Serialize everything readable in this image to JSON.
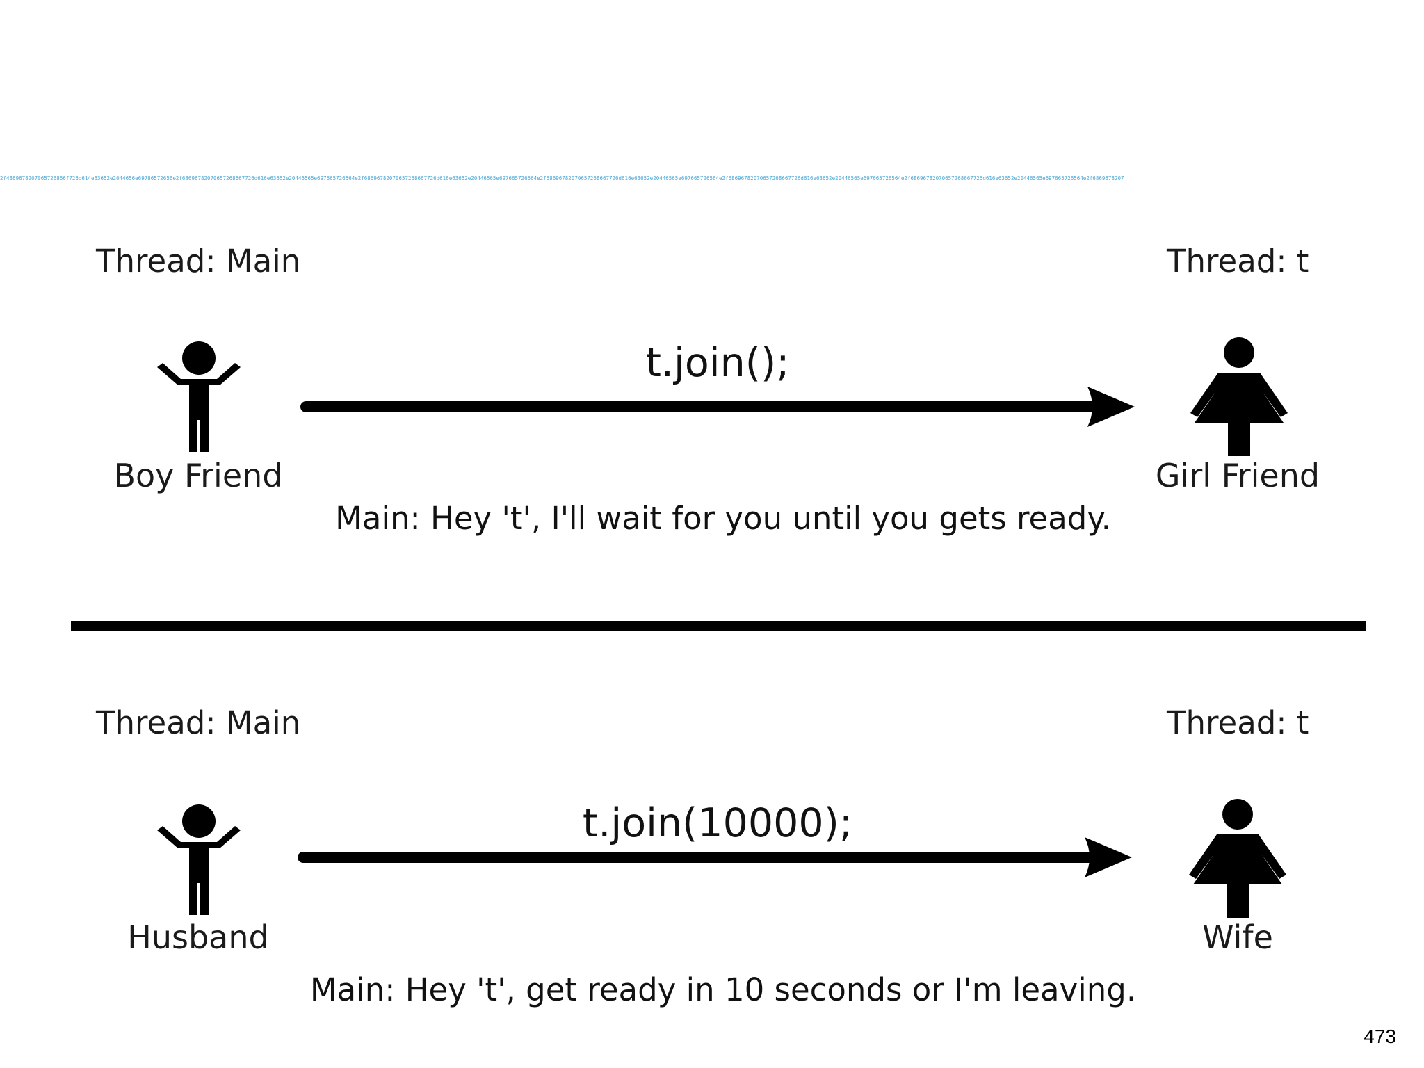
{
  "watermark_text": "2f4869678207065726866f726d614e63652e2044656e69786572656e2f68696782070657268667726d616e63652e20446565e697665726564e2f68696782070657268667726d616e63652e20446565e697665726564e2f68696782070657268667726d616e63652e20446565e697665726564e2f68696782070657268667726d616e63652e20446565e697665726564e2f68696782070657268667726d616e63652e20446565e697665726564e2f6869678207",
  "panels": [
    {
      "left_thread": "Thread: Main",
      "right_thread": "Thread: t",
      "call": "t.join();",
      "left_person": "Boy Friend",
      "right_person": "Girl Friend",
      "message": "Main: Hey 't', I'll wait for you until you gets ready."
    },
    {
      "left_thread": "Thread: Main",
      "right_thread": "Thread: t",
      "call": "t.join(10000);",
      "left_person": "Husband",
      "right_person": "Wife",
      "message": "Main: Hey 't', get ready in 10 seconds or I'm leaving."
    }
  ],
  "icons": {
    "male": "male-person-icon",
    "female": "female-person-icon",
    "arrow": "right-arrow-icon"
  },
  "page_number": "473"
}
